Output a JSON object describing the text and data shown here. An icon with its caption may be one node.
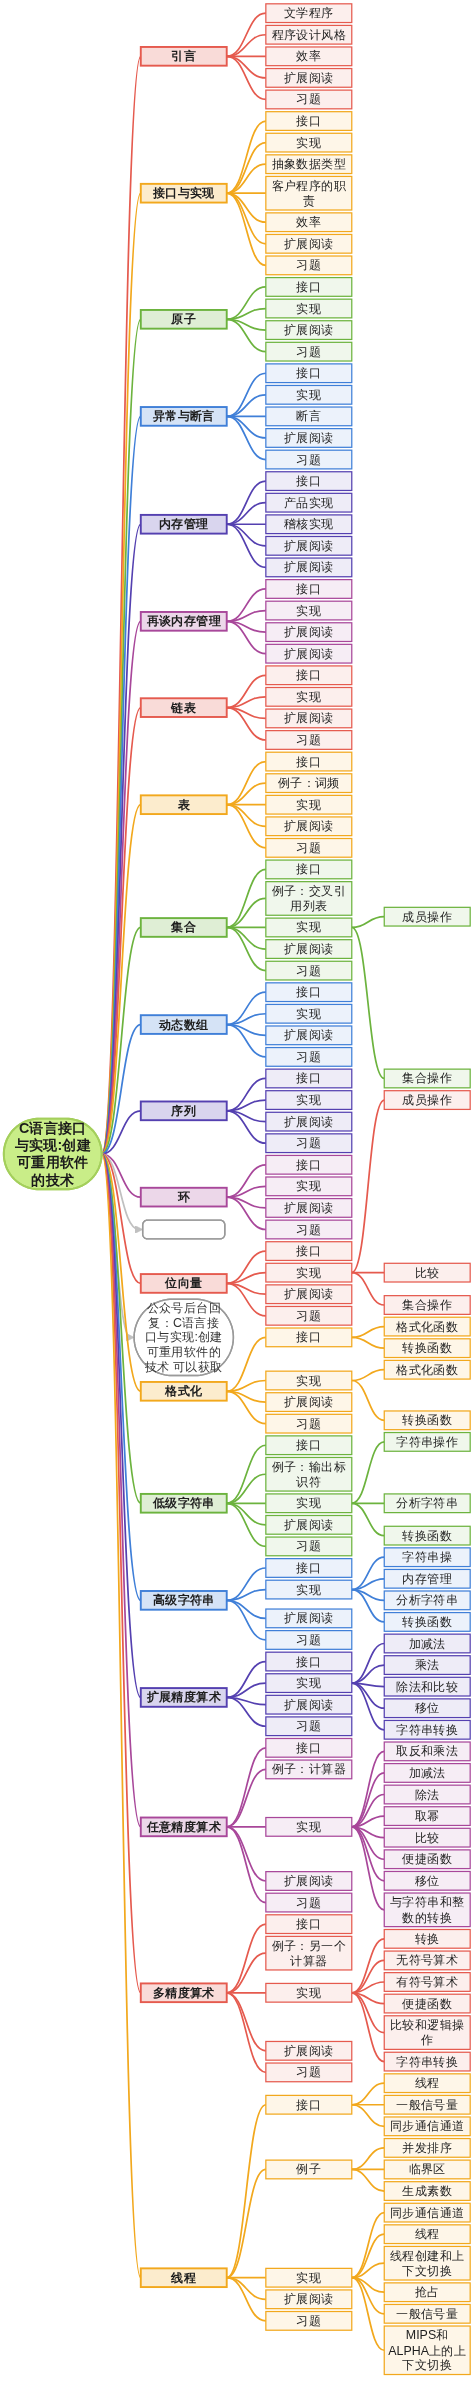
{
  "diagram": {
    "nodes": [
      {
        "text": [
          "C语言接口与实现:创建可重用软件的技术"
        ]
      },
      {
        "text": [],
        "shape": "box"
      },
      {
        "text": [
          "公众号后台回复：C语言接口与实现:创建可重用软件的技术 可以获取"
        ]
      },
      {
        "text": [
          "引言"
        ]
      },
      {
        "text": [
          "文学程序"
        ]
      },
      {
        "text": [
          "程序设计风格"
        ]
      },
      {
        "text": [
          "效率"
        ]
      },
      {
        "text": [
          "扩展阅读"
        ]
      },
      {
        "text": [
          "习题"
        ]
      },
      {
        "text": [
          "接口与实现"
        ]
      },
      {
        "text": [
          "接口"
        ]
      },
      {
        "text": [
          "实现"
        ]
      },
      {
        "text": [
          "抽象数据类型"
        ]
      },
      {
        "text": [
          "客户程序的职责"
        ]
      },
      {
        "text": [
          "效率"
        ]
      },
      {
        "text": [
          "扩展阅读"
        ]
      },
      {
        "text": [
          "习题"
        ]
      },
      {
        "text": [
          "原子"
        ]
      },
      {
        "text": [
          "接口"
        ]
      },
      {
        "text": [
          "实现"
        ]
      },
      {
        "text": [
          "扩展阅读"
        ]
      },
      {
        "text": [
          "习题"
        ]
      },
      {
        "text": [
          "异常与断言"
        ]
      },
      {
        "text": [
          "接口"
        ]
      },
      {
        "text": [
          "实现"
        ]
      },
      {
        "text": [
          "断言"
        ]
      },
      {
        "text": [
          "扩展阅读"
        ]
      },
      {
        "text": [
          "习题"
        ]
      },
      {
        "text": [
          "内存管理"
        ]
      },
      {
        "text": [
          "接口"
        ]
      },
      {
        "text": [
          "产品实现"
        ]
      },
      {
        "text": [
          "稽核实现"
        ]
      },
      {
        "text": [
          "扩展阅读"
        ]
      },
      {
        "text": [
          "扩展阅读"
        ]
      },
      {
        "text": [
          "再谈内存管理"
        ]
      },
      {
        "text": [
          "接口"
        ]
      },
      {
        "text": [
          "实现"
        ]
      },
      {
        "text": [
          "扩展阅读"
        ]
      },
      {
        "text": [
          "扩展阅读"
        ]
      },
      {
        "text": [
          "链表"
        ]
      },
      {
        "text": [
          "接口"
        ]
      },
      {
        "text": [
          "实现"
        ]
      },
      {
        "text": [
          "扩展阅读"
        ]
      },
      {
        "text": [
          "习题"
        ]
      },
      {
        "text": [
          "表"
        ]
      },
      {
        "text": [
          "接口"
        ]
      },
      {
        "text": [
          "例子：词频"
        ]
      },
      {
        "text": [
          "实现"
        ]
      },
      {
        "text": [
          "扩展阅读"
        ]
      },
      {
        "text": [
          "习题"
        ]
      },
      {
        "text": [
          "集合"
        ]
      },
      {
        "text": [
          "接口"
        ]
      },
      {
        "text": [
          "例子：交叉引用列表"
        ]
      },
      {
        "text": [
          "实现"
        ]
      },
      {
        "text": [
          "成员操作"
        ]
      },
      {
        "text": [
          "集合操作"
        ]
      },
      {
        "text": [
          "扩展阅读"
        ]
      },
      {
        "text": [
          "习题"
        ]
      },
      {
        "text": [
          "动态数组"
        ]
      },
      {
        "text": [
          "接口"
        ]
      },
      {
        "text": [
          "实现"
        ]
      },
      {
        "text": [
          "扩展阅读"
        ]
      },
      {
        "text": [
          "习题"
        ]
      },
      {
        "text": [
          "序列"
        ]
      },
      {
        "text": [
          "接口"
        ]
      },
      {
        "text": [
          "实现"
        ]
      },
      {
        "text": [
          "扩展阅读"
        ]
      },
      {
        "text": [
          "习题"
        ]
      },
      {
        "text": [
          "环"
        ]
      },
      {
        "text": [
          "接口"
        ]
      },
      {
        "text": [
          "实现"
        ]
      },
      {
        "text": [
          "扩展阅读"
        ]
      },
      {
        "text": [
          "习题"
        ]
      },
      {
        "text": [
          "位向量"
        ]
      },
      {
        "text": [
          "接口"
        ]
      },
      {
        "text": [
          "实现"
        ]
      },
      {
        "text": [
          "成员操作"
        ]
      },
      {
        "text": [
          "比较"
        ]
      },
      {
        "text": [
          "集合操作"
        ]
      },
      {
        "text": [
          "扩展阅读"
        ]
      },
      {
        "text": [
          "习题"
        ]
      },
      {
        "text": [
          "格式化"
        ]
      },
      {
        "text": [
          "接口"
        ]
      },
      {
        "text": [
          "格式化函数"
        ]
      },
      {
        "text": [
          "转换函数"
        ]
      },
      {
        "text": [
          "实现"
        ]
      },
      {
        "text": [
          "格式化函数"
        ]
      },
      {
        "text": [
          "转换函数"
        ]
      },
      {
        "text": [
          "扩展阅读"
        ]
      },
      {
        "text": [
          "习题"
        ]
      },
      {
        "text": [
          "低级字符串"
        ]
      },
      {
        "text": [
          "接口"
        ]
      },
      {
        "text": [
          "例子：输出标识符"
        ]
      },
      {
        "text": [
          "实现"
        ]
      },
      {
        "text": [
          "字符串操作"
        ]
      },
      {
        "text": [
          "分析字符串"
        ]
      },
      {
        "text": [
          "转换函数"
        ]
      },
      {
        "text": [
          "扩展阅读"
        ]
      },
      {
        "text": [
          "习题"
        ]
      },
      {
        "text": [
          "高级字符串"
        ]
      },
      {
        "text": [
          "接口"
        ]
      },
      {
        "text": [
          "实现"
        ]
      },
      {
        "text": [
          "字符串操"
        ]
      },
      {
        "text": [
          "内存管理"
        ]
      },
      {
        "text": [
          "分析字符串"
        ]
      },
      {
        "text": [
          "转换函数"
        ]
      },
      {
        "text": [
          "扩展阅读"
        ]
      },
      {
        "text": [
          "习题"
        ]
      },
      {
        "text": [
          "扩展精度算术"
        ]
      },
      {
        "text": [
          "接口"
        ]
      },
      {
        "text": [
          "实现"
        ]
      },
      {
        "text": [
          "加减法"
        ]
      },
      {
        "text": [
          "乘法"
        ]
      },
      {
        "text": [
          "除法和比较"
        ]
      },
      {
        "text": [
          "移位"
        ]
      },
      {
        "text": [
          "字符串转换"
        ]
      },
      {
        "text": [
          "扩展阅读"
        ]
      },
      {
        "text": [
          "习题"
        ]
      },
      {
        "text": [
          "任意精度算术"
        ]
      },
      {
        "text": [
          "接口"
        ]
      },
      {
        "text": [
          "例子：计算器"
        ]
      },
      {
        "text": [
          "实现"
        ]
      },
      {
        "text": [
          "取反和乘法"
        ]
      },
      {
        "text": [
          "加减法"
        ]
      },
      {
        "text": [
          "除法"
        ]
      },
      {
        "text": [
          "取幂"
        ]
      },
      {
        "text": [
          "比较"
        ]
      },
      {
        "text": [
          "便捷函数"
        ]
      },
      {
        "text": [
          "移位"
        ]
      },
      {
        "text": [
          "与字符串和整数的转换"
        ]
      },
      {
        "text": [
          "扩展阅读"
        ]
      },
      {
        "text": [
          "习题"
        ]
      },
      {
        "text": [
          "多精度算术"
        ]
      },
      {
        "text": [
          "接口"
        ]
      },
      {
        "text": [
          "例子：另一个计算器"
        ]
      },
      {
        "text": [
          "实现"
        ]
      },
      {
        "text": [
          "转换"
        ]
      },
      {
        "text": [
          "无符号算术"
        ]
      },
      {
        "text": [
          "有符号算术"
        ]
      },
      {
        "text": [
          "便捷函数"
        ]
      },
      {
        "text": [
          "比较和逻辑操作"
        ]
      },
      {
        "text": [
          "字符串转换"
        ]
      },
      {
        "text": [
          "扩展阅读"
        ]
      },
      {
        "text": [
          "习题"
        ]
      },
      {
        "text": [
          "线程"
        ]
      },
      {
        "text": [
          "接口"
        ]
      },
      {
        "text": [
          "线程"
        ]
      },
      {
        "text": [
          "一般信号量"
        ]
      },
      {
        "text": [
          "同步通信通道"
        ]
      },
      {
        "text": [
          "例子"
        ]
      },
      {
        "text": [
          "并发排序"
        ]
      },
      {
        "text": [
          "临界区"
        ]
      },
      {
        "text": [
          "生成素数"
        ]
      },
      {
        "text": [
          "实现"
        ]
      },
      {
        "text": [
          "同步通信通道"
        ]
      },
      {
        "text": [
          "线程"
        ]
      },
      {
        "text": [
          "线程创建和上下文切换"
        ]
      },
      {
        "text": [
          "抢占"
        ]
      },
      {
        "text": [
          "一般信号量"
        ]
      },
      {
        "text": [
          "MIPS和ALPHA上的上下文切换"
        ]
      },
      {
        "text": [
          "扩展阅读"
        ]
      },
      {
        "text": [
          "习题"
        ]
      }
    ],
    "edges": [
      {
        "from": 0,
        "to": 3,
        "arrow": "none",
        "color": "#e55a4e"
      },
      {
        "from": 3,
        "to": 4,
        "arrow": "none",
        "color": "#e55a4e"
      },
      {
        "from": 3,
        "to": 5,
        "arrow": "none",
        "color": "#e55a4e"
      },
      {
        "from": 3,
        "to": 6,
        "arrow": "none",
        "color": "#e55a4e"
      },
      {
        "from": 3,
        "to": 7,
        "arrow": "none",
        "color": "#e55a4e"
      },
      {
        "from": 3,
        "to": 8,
        "arrow": "none",
        "color": "#e55a4e"
      },
      {
        "from": 0,
        "to": 9,
        "arrow": "none",
        "color": "#f2a81d"
      },
      {
        "from": 9,
        "to": 10,
        "arrow": "none",
        "color": "#f2a81d"
      },
      {
        "from": 9,
        "to": 11,
        "arrow": "none",
        "color": "#f2a81d"
      },
      {
        "from": 9,
        "to": 12,
        "arrow": "none",
        "color": "#f2a81d"
      },
      {
        "from": 9,
        "to": 13,
        "arrow": "none",
        "color": "#f2a81d"
      },
      {
        "from": 9,
        "to": 14,
        "arrow": "none",
        "color": "#f2a81d"
      },
      {
        "from": 9,
        "to": 15,
        "arrow": "none",
        "color": "#f2a81d"
      },
      {
        "from": 9,
        "to": 16,
        "arrow": "none",
        "color": "#f2a81d"
      },
      {
        "from": 0,
        "to": 17,
        "arrow": "none",
        "color": "#6cb33e"
      },
      {
        "from": 17,
        "to": 18,
        "arrow": "none",
        "color": "#6cb33e"
      },
      {
        "from": 17,
        "to": 19,
        "arrow": "none",
        "color": "#6cb33e"
      },
      {
        "from": 17,
        "to": 20,
        "arrow": "none",
        "color": "#6cb33e"
      },
      {
        "from": 17,
        "to": 21,
        "arrow": "none",
        "color": "#6cb33e"
      },
      {
        "from": 0,
        "to": 22,
        "arrow": "none",
        "color": "#3f7fd8"
      },
      {
        "from": 22,
        "to": 23,
        "arrow": "none",
        "color": "#3f7fd8"
      },
      {
        "from": 22,
        "to": 24,
        "arrow": "none",
        "color": "#3f7fd8"
      },
      {
        "from": 22,
        "to": 25,
        "arrow": "none",
        "color": "#3f7fd8"
      },
      {
        "from": 22,
        "to": 26,
        "arrow": "none",
        "color": "#3f7fd8"
      },
      {
        "from": 22,
        "to": 27,
        "arrow": "none",
        "color": "#3f7fd8"
      },
      {
        "from": 0,
        "to": 28,
        "arrow": "none",
        "color": "#5440b0"
      },
      {
        "from": 28,
        "to": 29,
        "arrow": "none",
        "color": "#5440b0"
      },
      {
        "from": 28,
        "to": 30,
        "arrow": "none",
        "color": "#5440b0"
      },
      {
        "from": 28,
        "to": 31,
        "arrow": "none",
        "color": "#5440b0"
      },
      {
        "from": 28,
        "to": 32,
        "arrow": "none",
        "color": "#5440b0"
      },
      {
        "from": 28,
        "to": 33,
        "arrow": "none",
        "color": "#5440b0"
      },
      {
        "from": 0,
        "to": 34,
        "arrow": "none",
        "color": "#a8479a"
      },
      {
        "from": 34,
        "to": 35,
        "arrow": "none",
        "color": "#a8479a"
      },
      {
        "from": 34,
        "to": 36,
        "arrow": "none",
        "color": "#a8479a"
      },
      {
        "from": 34,
        "to": 37,
        "arrow": "none",
        "color": "#a8479a"
      },
      {
        "from": 34,
        "to": 38,
        "arrow": "none",
        "color": "#a8479a"
      },
      {
        "from": 0,
        "to": 39,
        "arrow": "none",
        "color": "#e55a4e"
      },
      {
        "from": 39,
        "to": 40,
        "arrow": "none",
        "color": "#e55a4e"
      },
      {
        "from": 39,
        "to": 41,
        "arrow": "none",
        "color": "#e55a4e"
      },
      {
        "from": 39,
        "to": 42,
        "arrow": "none",
        "color": "#e55a4e"
      },
      {
        "from": 39,
        "to": 43,
        "arrow": "none",
        "color": "#e55a4e"
      },
      {
        "from": 0,
        "to": 44,
        "arrow": "none",
        "color": "#f2a81d"
      },
      {
        "from": 44,
        "to": 45,
        "arrow": "none",
        "color": "#f2a81d"
      },
      {
        "from": 44,
        "to": 46,
        "arrow": "none",
        "color": "#f2a81d"
      },
      {
        "from": 44,
        "to": 47,
        "arrow": "none",
        "color": "#f2a81d"
      },
      {
        "from": 44,
        "to": 48,
        "arrow": "none",
        "color": "#f2a81d"
      },
      {
        "from": 44,
        "to": 49,
        "arrow": "none",
        "color": "#f2a81d"
      },
      {
        "from": 0,
        "to": 50,
        "arrow": "none",
        "color": "#6cb33e"
      },
      {
        "from": 50,
        "to": 51,
        "arrow": "none",
        "color": "#6cb33e"
      },
      {
        "from": 50,
        "to": 52,
        "arrow": "none",
        "color": "#6cb33e"
      },
      {
        "from": 50,
        "to": 53,
        "arrow": "none",
        "color": "#6cb33e"
      },
      {
        "from": 53,
        "to": 54,
        "arrow": "none",
        "color": "#6cb33e"
      },
      {
        "from": 53,
        "to": 55,
        "arrow": "none",
        "color": "#6cb33e"
      },
      {
        "from": 50,
        "to": 56,
        "arrow": "none",
        "color": "#6cb33e"
      },
      {
        "from": 50,
        "to": 57,
        "arrow": "none",
        "color": "#6cb33e"
      },
      {
        "from": 0,
        "to": 58,
        "arrow": "none",
        "color": "#3f7fd8"
      },
      {
        "from": 58,
        "to": 59,
        "arrow": "none",
        "color": "#3f7fd8"
      },
      {
        "from": 58,
        "to": 60,
        "arrow": "none",
        "color": "#3f7fd8"
      },
      {
        "from": 58,
        "to": 61,
        "arrow": "none",
        "color": "#3f7fd8"
      },
      {
        "from": 58,
        "to": 62,
        "arrow": "none",
        "color": "#3f7fd8"
      },
      {
        "from": 0,
        "to": 63,
        "arrow": "none",
        "color": "#5440b0"
      },
      {
        "from": 63,
        "to": 64,
        "arrow": "none",
        "color": "#5440b0"
      },
      {
        "from": 63,
        "to": 65,
        "arrow": "none",
        "color": "#5440b0"
      },
      {
        "from": 63,
        "to": 66,
        "arrow": "none",
        "color": "#5440b0"
      },
      {
        "from": 63,
        "to": 67,
        "arrow": "none",
        "color": "#5440b0"
      },
      {
        "from": 0,
        "to": 68,
        "arrow": "none",
        "color": "#a8479a"
      },
      {
        "from": 68,
        "to": 69,
        "arrow": "none",
        "color": "#a8479a"
      },
      {
        "from": 68,
        "to": 70,
        "arrow": "none",
        "color": "#a8479a"
      },
      {
        "from": 68,
        "to": 71,
        "arrow": "none",
        "color": "#a8479a"
      },
      {
        "from": 68,
        "to": 72,
        "arrow": "none",
        "color": "#a8479a"
      },
      {
        "from": 0,
        "to": 1,
        "arrow": "to",
        "color": "#c0c0c0"
      },
      {
        "from": 0,
        "to": 73,
        "arrow": "none",
        "color": "#e55a4e"
      },
      {
        "from": 73,
        "to": 74,
        "arrow": "none",
        "color": "#e55a4e"
      },
      {
        "from": 73,
        "to": 75,
        "arrow": "none",
        "color": "#e55a4e"
      },
      {
        "from": 75,
        "to": 76,
        "arrow": "none",
        "color": "#e55a4e"
      },
      {
        "from": 75,
        "to": 77,
        "arrow": "none",
        "color": "#e55a4e"
      },
      {
        "from": 75,
        "to": 78,
        "arrow": "none",
        "color": "#e55a4e"
      },
      {
        "from": 73,
        "to": 79,
        "arrow": "none",
        "color": "#e55a4e"
      },
      {
        "from": 73,
        "to": 80,
        "arrow": "none",
        "color": "#e55a4e"
      },
      {
        "from": 0,
        "to": 2,
        "arrow": "to",
        "color": "#c0c0c0"
      },
      {
        "from": 0,
        "to": 81,
        "arrow": "none",
        "color": "#f2a81d"
      },
      {
        "from": 81,
        "to": 82,
        "arrow": "none",
        "color": "#f2a81d"
      },
      {
        "from": 82,
        "to": 83,
        "arrow": "none",
        "color": "#f2a81d"
      },
      {
        "from": 82,
        "to": 84,
        "arrow": "none",
        "color": "#f2a81d"
      },
      {
        "from": 81,
        "to": 85,
        "arrow": "none",
        "color": "#f2a81d"
      },
      {
        "from": 85,
        "to": 86,
        "arrow": "none",
        "color": "#f2a81d"
      },
      {
        "from": 85,
        "to": 87,
        "arrow": "none",
        "color": "#f2a81d"
      },
      {
        "from": 81,
        "to": 88,
        "arrow": "none",
        "color": "#f2a81d"
      },
      {
        "from": 81,
        "to": 89,
        "arrow": "none",
        "color": "#f2a81d"
      },
      {
        "from": 0,
        "to": 90,
        "arrow": "none",
        "color": "#6cb33e"
      },
      {
        "from": 90,
        "to": 91,
        "arrow": "none",
        "color": "#6cb33e"
      },
      {
        "from": 90,
        "to": 92,
        "arrow": "none",
        "color": "#6cb33e"
      },
      {
        "from": 90,
        "to": 93,
        "arrow": "none",
        "color": "#6cb33e"
      },
      {
        "from": 93,
        "to": 94,
        "arrow": "none",
        "color": "#6cb33e"
      },
      {
        "from": 93,
        "to": 95,
        "arrow": "none",
        "color": "#6cb33e"
      },
      {
        "from": 93,
        "to": 96,
        "arrow": "none",
        "color": "#6cb33e"
      },
      {
        "from": 90,
        "to": 97,
        "arrow": "none",
        "color": "#6cb33e"
      },
      {
        "from": 90,
        "to": 98,
        "arrow": "none",
        "color": "#6cb33e"
      },
      {
        "from": 0,
        "to": 99,
        "arrow": "none",
        "color": "#3f7fd8"
      },
      {
        "from": 99,
        "to": 100,
        "arrow": "none",
        "color": "#3f7fd8"
      },
      {
        "from": 99,
        "to": 101,
        "arrow": "none",
        "color": "#3f7fd8"
      },
      {
        "from": 101,
        "to": 102,
        "arrow": "none",
        "color": "#3f7fd8"
      },
      {
        "from": 101,
        "to": 103,
        "arrow": "none",
        "color": "#3f7fd8"
      },
      {
        "from": 101,
        "to": 104,
        "arrow": "none",
        "color": "#3f7fd8"
      },
      {
        "from": 101,
        "to": 105,
        "arrow": "none",
        "color": "#3f7fd8"
      },
      {
        "from": 99,
        "to": 106,
        "arrow": "none",
        "color": "#3f7fd8"
      },
      {
        "from": 99,
        "to": 107,
        "arrow": "none",
        "color": "#3f7fd8"
      },
      {
        "from": 0,
        "to": 108,
        "arrow": "none",
        "color": "#5440b0"
      },
      {
        "from": 108,
        "to": 109,
        "arrow": "none",
        "color": "#5440b0"
      },
      {
        "from": 108,
        "to": 110,
        "arrow": "none",
        "color": "#5440b0"
      },
      {
        "from": 110,
        "to": 111,
        "arrow": "none",
        "color": "#5440b0"
      },
      {
        "from": 110,
        "to": 112,
        "arrow": "none",
        "color": "#5440b0"
      },
      {
        "from": 110,
        "to": 113,
        "arrow": "none",
        "color": "#5440b0"
      },
      {
        "from": 110,
        "to": 114,
        "arrow": "none",
        "color": "#5440b0"
      },
      {
        "from": 110,
        "to": 115,
        "arrow": "none",
        "color": "#5440b0"
      },
      {
        "from": 108,
        "to": 116,
        "arrow": "none",
        "color": "#5440b0"
      },
      {
        "from": 108,
        "to": 117,
        "arrow": "none",
        "color": "#5440b0"
      },
      {
        "from": 0,
        "to": 118,
        "arrow": "none",
        "color": "#a8479a"
      },
      {
        "from": 118,
        "to": 119,
        "arrow": "none",
        "color": "#a8479a"
      },
      {
        "from": 118,
        "to": 120,
        "arrow": "none",
        "color": "#a8479a"
      },
      {
        "from": 118,
        "to": 121,
        "arrow": "none",
        "color": "#a8479a"
      },
      {
        "from": 121,
        "to": 122,
        "arrow": "none",
        "color": "#a8479a"
      },
      {
        "from": 121,
        "to": 123,
        "arrow": "none",
        "color": "#a8479a"
      },
      {
        "from": 121,
        "to": 124,
        "arrow": "none",
        "color": "#a8479a"
      },
      {
        "from": 121,
        "to": 125,
        "arrow": "none",
        "color": "#a8479a"
      },
      {
        "from": 121,
        "to": 126,
        "arrow": "none",
        "color": "#a8479a"
      },
      {
        "from": 121,
        "to": 127,
        "arrow": "none",
        "color": "#a8479a"
      },
      {
        "from": 121,
        "to": 128,
        "arrow": "none",
        "color": "#a8479a"
      },
      {
        "from": 121,
        "to": 129,
        "arrow": "none",
        "color": "#a8479a"
      },
      {
        "from": 118,
        "to": 130,
        "arrow": "none",
        "color": "#a8479a"
      },
      {
        "from": 118,
        "to": 131,
        "arrow": "none",
        "color": "#a8479a"
      },
      {
        "from": 0,
        "to": 132,
        "arrow": "none",
        "color": "#e55a4e"
      },
      {
        "from": 132,
        "to": 133,
        "arrow": "none",
        "color": "#e55a4e"
      },
      {
        "from": 132,
        "to": 134,
        "arrow": "none",
        "color": "#e55a4e"
      },
      {
        "from": 132,
        "to": 135,
        "arrow": "none",
        "color": "#e55a4e"
      },
      {
        "from": 135,
        "to": 136,
        "arrow": "none",
        "color": "#e55a4e"
      },
      {
        "from": 135,
        "to": 137,
        "arrow": "none",
        "color": "#e55a4e"
      },
      {
        "from": 135,
        "to": 138,
        "arrow": "none",
        "color": "#e55a4e"
      },
      {
        "from": 135,
        "to": 139,
        "arrow": "none",
        "color": "#e55a4e"
      },
      {
        "from": 135,
        "to": 140,
        "arrow": "none",
        "color": "#e55a4e"
      },
      {
        "from": 135,
        "to": 141,
        "arrow": "none",
        "color": "#e55a4e"
      },
      {
        "from": 132,
        "to": 142,
        "arrow": "none",
        "color": "#e55a4e"
      },
      {
        "from": 132,
        "to": 143,
        "arrow": "none",
        "color": "#e55a4e"
      },
      {
        "from": 0,
        "to": 144,
        "arrow": "none",
        "color": "#f2a81d"
      },
      {
        "from": 144,
        "to": 145,
        "arrow": "none",
        "color": "#f2a81d"
      },
      {
        "from": 145,
        "to": 146,
        "arrow": "none",
        "color": "#f2a81d"
      },
      {
        "from": 145,
        "to": 147,
        "arrow": "none",
        "color": "#f2a81d"
      },
      {
        "from": 145,
        "to": 148,
        "arrow": "none",
        "color": "#f2a81d"
      },
      {
        "from": 144,
        "to": 149,
        "arrow": "none",
        "color": "#f2a81d"
      },
      {
        "from": 149,
        "to": 150,
        "arrow": "none",
        "color": "#f2a81d"
      },
      {
        "from": 149,
        "to": 151,
        "arrow": "none",
        "color": "#f2a81d"
      },
      {
        "from": 149,
        "to": 152,
        "arrow": "none",
        "color": "#f2a81d"
      },
      {
        "from": 144,
        "to": 153,
        "arrow": "none",
        "color": "#f2a81d"
      },
      {
        "from": 153,
        "to": 154,
        "arrow": "none",
        "color": "#f2a81d"
      },
      {
        "from": 153,
        "to": 155,
        "arrow": "none",
        "color": "#f2a81d"
      },
      {
        "from": 153,
        "to": 156,
        "arrow": "none",
        "color": "#f2a81d"
      },
      {
        "from": 153,
        "to": 157,
        "arrow": "none",
        "color": "#f2a81d"
      },
      {
        "from": 153,
        "to": 158,
        "arrow": "none",
        "color": "#f2a81d"
      },
      {
        "from": 153,
        "to": 159,
        "arrow": "none",
        "color": "#f2a81d"
      },
      {
        "from": 144,
        "to": 160,
        "arrow": "none",
        "color": "#f2a81d"
      },
      {
        "from": 144,
        "to": 161,
        "arrow": "none",
        "color": "#f2a81d"
      }
    ]
  }
}
